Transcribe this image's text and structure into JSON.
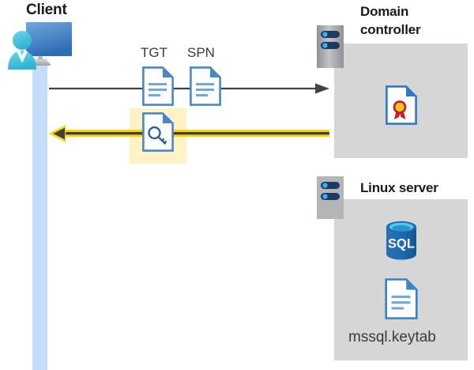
{
  "diagram": {
    "title_client": "Client",
    "title_domain_controller": "Domain\ncontroller",
    "title_linux_server": "Linux server",
    "labels": {
      "tgt": "TGT",
      "spn": "SPN",
      "keytab_file": "mssql.keytab"
    },
    "icons": {
      "client": "client-computer-icon",
      "dc_server": "server-rack-icon",
      "linux_server": "server-rack-icon",
      "tgt_document": "document-icon",
      "spn_document": "document-icon",
      "key_document": "key-document-icon",
      "certificate": "certificate-document-icon",
      "sql_database": "sql-database-icon",
      "keytab_document": "document-icon"
    },
    "arrows": {
      "request": {
        "name": "request-arrow",
        "direction": "right",
        "color": "#43424a"
      },
      "response": {
        "name": "response-arrow",
        "direction": "left",
        "color": "#ffd400"
      }
    },
    "colors": {
      "panel": "#d6d6d6",
      "lifeline": "#c6ddfa",
      "highlight": "#fdf3c7",
      "accent_blue": "#3d85c8",
      "doc_blue": "#5b9bd5",
      "yellow": "#ffd400",
      "dark": "#43424a",
      "sql_blue": "#2071b8",
      "cert_red": "#c8202a",
      "cert_gold": "#ffc425"
    },
    "sql_text": "SQL"
  }
}
